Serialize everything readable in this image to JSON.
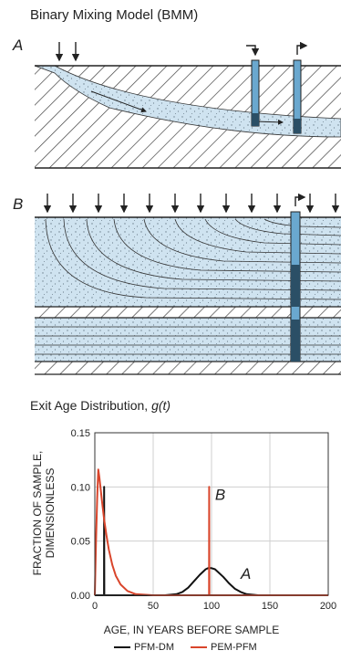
{
  "diagram_title": "Binary Mixing Model (BMM)",
  "panel_a_label": "A",
  "panel_b_label": "B",
  "chart_title_prefix": "Exit Age Distribution, ",
  "chart_title_italic": "g(t)",
  "colors": {
    "pfm_dm": "#111111",
    "pem_pfm": "#d9452b",
    "water": "#cfe3f0",
    "well": "#6aa8cf"
  },
  "chart_data": {
    "type": "line",
    "title": "Exit Age Distribution, g(t)",
    "xlabel": "AGE, IN YEARS BEFORE SAMPLE",
    "ylabel_line1": "FRACTION OF SAMPLE,",
    "ylabel_line2": "DIMENSIONLESS",
    "xlim": [
      0,
      200
    ],
    "ylim": [
      0,
      0.15
    ],
    "xticks": [
      "0",
      "50",
      "100",
      "150",
      "200"
    ],
    "yticks": [
      "0.00",
      "0.05",
      "0.10",
      "0.15"
    ],
    "grid": true,
    "annotations": [
      {
        "text": "A",
        "x": 125,
        "y": 0.015
      },
      {
        "text": "B",
        "x": 103,
        "y": 0.088
      }
    ],
    "series": [
      {
        "name": "PFM-DM",
        "color": "#111111",
        "x": [
          0,
          7.9,
          8,
          8.1,
          10,
          60,
          70,
          75,
          80,
          85,
          90,
          95,
          97,
          100,
          103,
          105,
          110,
          115,
          120,
          125,
          130,
          140,
          200
        ],
        "y": [
          0,
          0,
          0.1,
          0,
          0,
          0,
          0.001,
          0.003,
          0.007,
          0.013,
          0.019,
          0.024,
          0.025,
          0.025,
          0.024,
          0.022,
          0.017,
          0.011,
          0.006,
          0.003,
          0.001,
          0,
          0
        ]
      },
      {
        "name": "PEM-PFM",
        "color": "#d9452b",
        "x": [
          0,
          1,
          2,
          3,
          4,
          6,
          8,
          10,
          12,
          15,
          18,
          22,
          28,
          35,
          50,
          97.9,
          98,
          98.1,
          150,
          200
        ],
        "y": [
          0,
          0.05,
          0.09,
          0.116,
          0.108,
          0.088,
          0.07,
          0.055,
          0.042,
          0.028,
          0.018,
          0.01,
          0.004,
          0.001,
          0,
          0,
          0.1,
          0,
          0,
          0
        ]
      }
    ]
  }
}
